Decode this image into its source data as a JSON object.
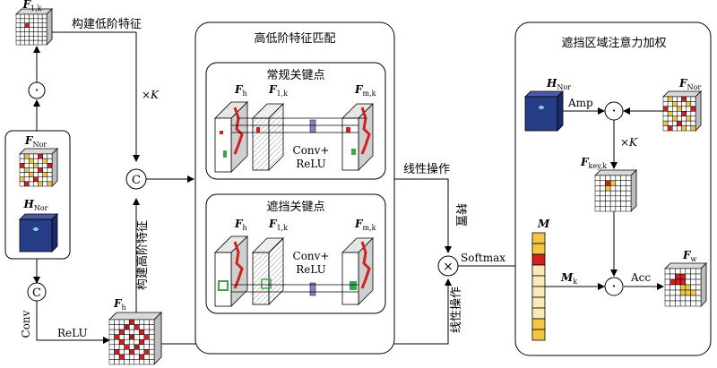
{
  "left": {
    "f1k_top": {
      "sym": "F",
      "sub": "1,k"
    },
    "build_low": "构建低阶特征",
    "dot_op": "·",
    "fnor": {
      "sym": "F",
      "sub": "Nor"
    },
    "hnor": {
      "sym": "H",
      "sub": "Nor"
    },
    "c_op": "C",
    "conv": "Conv",
    "relu": "ReLU",
    "fh": {
      "sym": "F",
      "sub": "h"
    },
    "times_k": "×K",
    "c_op2": "C",
    "build_high": "构建高阶特征"
  },
  "middle": {
    "title": "高低阶特征匹配",
    "regular": "常规关键点",
    "occluded": "遮挡关键点",
    "fh": {
      "sym": "F",
      "sub": "h"
    },
    "f1k": {
      "sym": "F",
      "sub": "1,k"
    },
    "fmk": {
      "sym": "F",
      "sub": "m,k"
    },
    "conv_relu_1": "Conv+",
    "conv_relu_2": "ReLU"
  },
  "connectors": {
    "linear1": "线性操作",
    "transpose": "转置",
    "linear2": "线性操作",
    "times_op": "×",
    "softmax": "Softmax"
  },
  "right": {
    "title": "遮挡区域注意力加权",
    "hnor": {
      "sym": "H",
      "sub": "Nor"
    },
    "amp": "Amp",
    "fnor": {
      "sym": "F",
      "sub": "Nor"
    },
    "dot1": "·",
    "times_k": "×K",
    "fkey": {
      "sym": "F",
      "sub": "key,k"
    },
    "m": "M",
    "mk": {
      "sym": "M",
      "sub": "k"
    },
    "dot2": "·",
    "acc": "Acc",
    "fw": {
      "sym": "F",
      "sub": "w"
    }
  },
  "colors": {
    "red": "#d0201f",
    "dark_red": "#a51c1c",
    "yellow": "#f2c744",
    "navy": "#263c87",
    "green": "#3aa64a",
    "purple": "#8f7fc4"
  }
}
